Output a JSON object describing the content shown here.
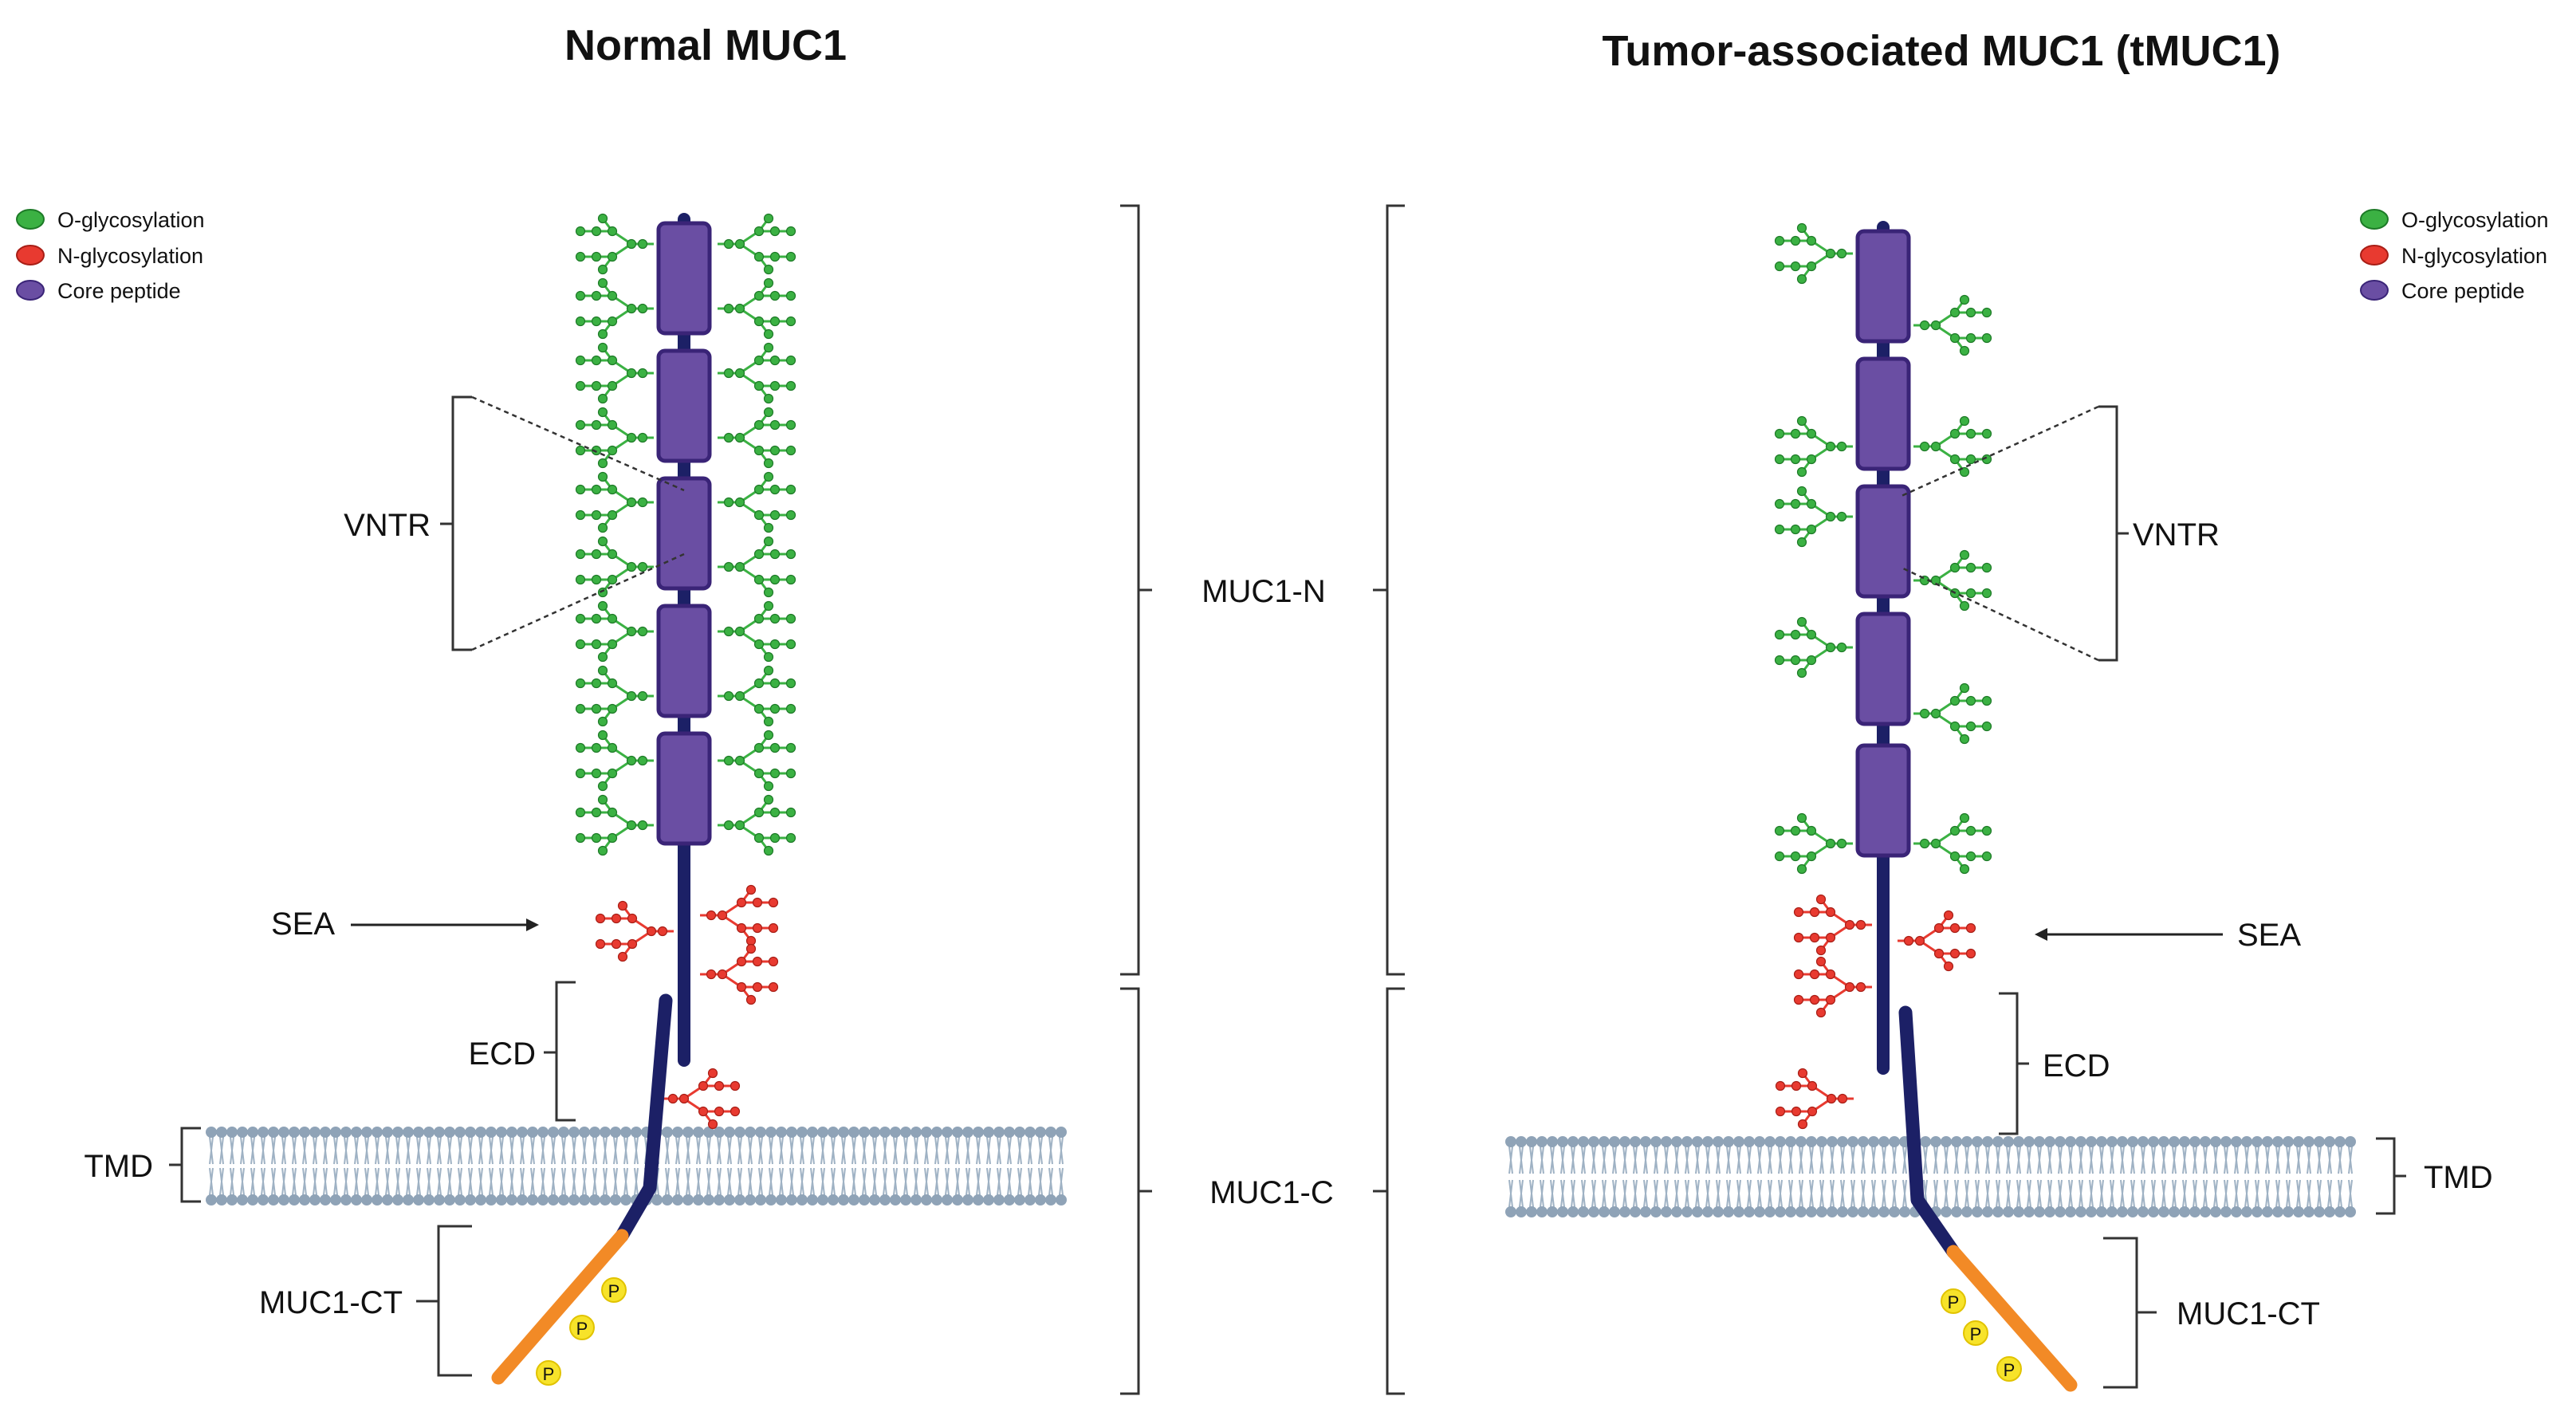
{
  "titles": {
    "normal": "Normal MUC1",
    "tumor": "Tumor-associated MUC1 (tMUC1)"
  },
  "legend": {
    "o_glyco": "O-glycosylation",
    "n_glyco": "N-glycosylation",
    "core": "Core peptide"
  },
  "labels": {
    "vntr": "VNTR",
    "sea": "SEA",
    "ecd": "ECD",
    "tmd": "TMD",
    "muc1_ct": "MUC1-CT",
    "muc1_n": "MUC1-N",
    "muc1_c": "MUC1-C"
  },
  "phospho_label": "P",
  "colors": {
    "o_glyco": "#3bb143",
    "n_glyco": "#e83a30",
    "core": "#6a4ea3",
    "core_stroke": "#3a2477",
    "backbone": "#1c2066",
    "cytoplasmic_tail": "#f28a26",
    "phospho": "#f7e32a",
    "membrane": "#9fb2c4"
  }
}
